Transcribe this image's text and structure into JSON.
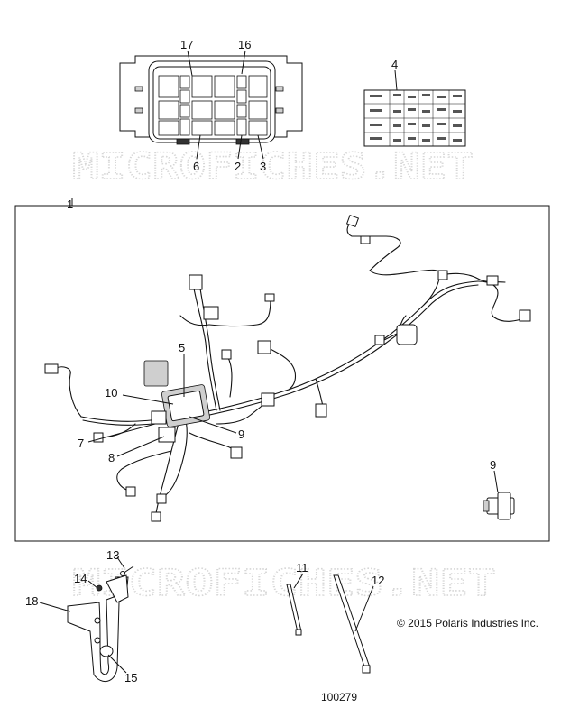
{
  "watermark": "MICROFICHES.NET",
  "callouts": {
    "c1": "1",
    "c2": "2",
    "c3": "3",
    "c4": "4",
    "c5": "5",
    "c6": "6",
    "c7": "7",
    "c8": "8",
    "c9a": "9",
    "c9b": "9",
    "c10": "10",
    "c11": "11",
    "c12": "12",
    "c13": "13",
    "c14": "14",
    "c15": "15",
    "c16": "16",
    "c17": "17",
    "c18": "18"
  },
  "copyright": "© 2015 Polaris Industries Inc.",
  "figure_number": "100279"
}
